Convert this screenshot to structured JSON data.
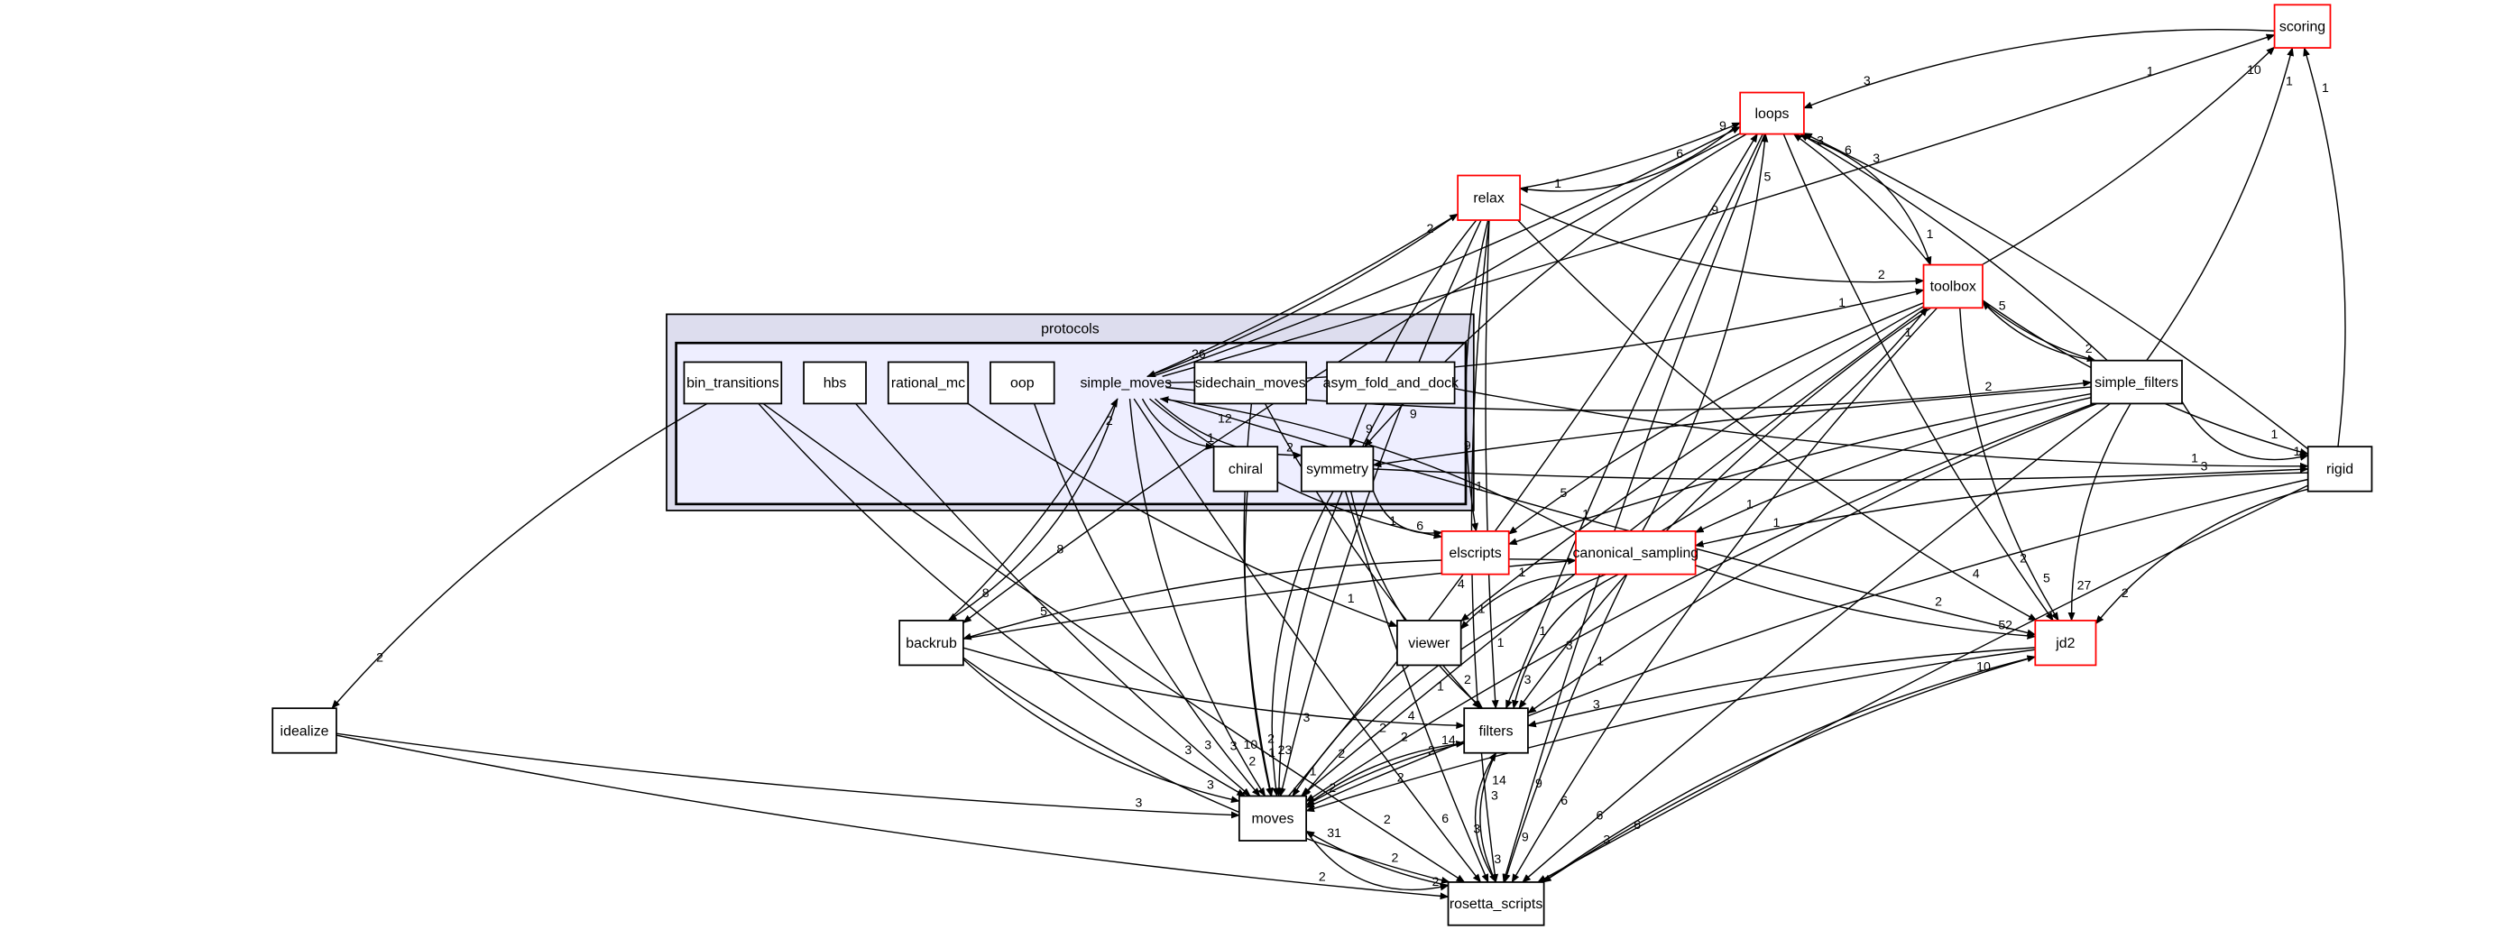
{
  "cluster": {
    "label": "protocols",
    "inner_label": "simple_moves"
  },
  "colors": {
    "highlight_border": "#ff0000",
    "normal_border": "#000000",
    "cluster_fill": "#ddddee",
    "inner_fill": "#eeeeff"
  },
  "nodes": [
    {
      "id": "scoring",
      "label": "scoring",
      "red": true
    },
    {
      "id": "loops",
      "label": "loops",
      "red": true
    },
    {
      "id": "relax",
      "label": "relax",
      "red": true
    },
    {
      "id": "toolbox",
      "label": "toolbox",
      "red": true
    },
    {
      "id": "bin_transitions",
      "label": "bin_transitions",
      "red": false
    },
    {
      "id": "hbs",
      "label": "hbs",
      "red": false
    },
    {
      "id": "rational_mc",
      "label": "rational_mc",
      "red": false
    },
    {
      "id": "oop",
      "label": "oop",
      "red": false
    },
    {
      "id": "sidechain_moves",
      "label": "sidechain_moves",
      "red": false
    },
    {
      "id": "asym_fold_and_dock",
      "label": "asym_fold_and_dock",
      "red": false
    },
    {
      "id": "chiral",
      "label": "chiral",
      "red": false
    },
    {
      "id": "symmetry",
      "label": "symmetry",
      "red": false
    },
    {
      "id": "simple_filters",
      "label": "simple_filters",
      "red": false
    },
    {
      "id": "rigid",
      "label": "rigid",
      "red": false
    },
    {
      "id": "elscripts",
      "label": "elscripts",
      "red": true
    },
    {
      "id": "canonical_sampling",
      "label": "canonical_sampling",
      "red": true
    },
    {
      "id": "backrub",
      "label": "backrub",
      "red": false
    },
    {
      "id": "viewer",
      "label": "viewer",
      "red": false
    },
    {
      "id": "jd2",
      "label": "jd2",
      "red": true
    },
    {
      "id": "idealize",
      "label": "idealize",
      "red": false
    },
    {
      "id": "filters",
      "label": "filters",
      "red": false
    },
    {
      "id": "moves",
      "label": "moves",
      "red": false
    },
    {
      "id": "rosetta_scripts",
      "label": "rosetta_scripts",
      "red": false
    }
  ],
  "edges": [
    {
      "from": "simple_moves",
      "to": "scoring",
      "label": "1"
    },
    {
      "from": "toolbox",
      "to": "scoring",
      "label": "10"
    },
    {
      "from": "simple_filters",
      "to": "scoring",
      "label": "1"
    },
    {
      "from": "rigid",
      "to": "scoring",
      "label": "1"
    },
    {
      "from": "scoring",
      "to": "loops",
      "label": "3"
    },
    {
      "from": "relax",
      "to": "loops",
      "label": "9"
    },
    {
      "from": "simple_moves",
      "to": "loops",
      "label": "6"
    },
    {
      "from": "moves",
      "to": "loops",
      "label": "9"
    },
    {
      "from": "loops",
      "to": "backrub",
      "label": "8"
    },
    {
      "from": "loops",
      "to": "relax",
      "label": "1"
    },
    {
      "from": "toolbox",
      "to": "loops",
      "label": "3"
    },
    {
      "from": "simple_filters",
      "to": "loops",
      "label": "6"
    },
    {
      "from": "rigid",
      "to": "loops",
      "label": "3"
    },
    {
      "from": "canonical_sampling",
      "to": "loops",
      "label": "5"
    },
    {
      "from": "loops",
      "to": "toolbox",
      "label": "1"
    },
    {
      "from": "loops",
      "to": "filters",
      "label": "1"
    },
    {
      "from": "loops",
      "to": "rosetta_scripts",
      "label": "9"
    },
    {
      "from": "loops",
      "to": "jd2",
      "label": "2"
    },
    {
      "from": "loops",
      "to": "symmetry",
      "label": "9"
    },
    {
      "from": "relax",
      "to": "toolbox",
      "label": "2"
    },
    {
      "from": "simple_moves",
      "to": "relax",
      "label": "2"
    },
    {
      "from": "relax",
      "to": "simple_moves",
      "label": "26"
    },
    {
      "from": "relax",
      "to": "moves",
      "label": "3"
    },
    {
      "from": "relax",
      "to": "rosetta_scripts",
      "label": "3"
    },
    {
      "from": "relax",
      "to": "jd2",
      "label": "4"
    },
    {
      "from": "relax",
      "to": "filters",
      "label": "1"
    },
    {
      "from": "relax",
      "to": "symmetry",
      "label": "9"
    },
    {
      "from": "relax",
      "to": "elscripts",
      "label": "1"
    },
    {
      "from": "simple_moves",
      "to": "toolbox",
      "label": "1"
    },
    {
      "from": "simple_moves",
      "to": "simple_filters",
      "label": "2"
    },
    {
      "from": "toolbox",
      "to": "simple_filters",
      "label": "2"
    },
    {
      "from": "simple_filters",
      "to": "toolbox",
      "label": "5"
    },
    {
      "from": "toolbox",
      "to": "rigid",
      "label": "1"
    },
    {
      "from": "toolbox",
      "to": "jd2",
      "label": "5"
    },
    {
      "from": "toolbox",
      "to": "filters",
      "label": "3"
    },
    {
      "from": "toolbox",
      "to": "moves",
      "label": "2"
    },
    {
      "from": "toolbox",
      "to": "viewer",
      "label": "1"
    },
    {
      "from": "toolbox",
      "to": "elscripts",
      "label": "5"
    },
    {
      "from": "toolbox",
      "to": "rosetta_scripts",
      "label": "6"
    },
    {
      "from": "simple_filters",
      "to": "rigid",
      "label": "1"
    },
    {
      "from": "simple_filters",
      "to": "symmetry",
      "label": "9"
    },
    {
      "from": "simple_filters",
      "to": "canonical_sampling",
      "label": "1"
    },
    {
      "from": "simple_filters",
      "to": "jd2",
      "label": "27"
    },
    {
      "from": "simple_filters",
      "to": "filters",
      "label": "1"
    },
    {
      "from": "simple_filters",
      "to": "moves",
      "label": "2"
    },
    {
      "from": "simple_filters",
      "to": "rosetta_scripts",
      "label": "6"
    },
    {
      "from": "simple_filters",
      "to": "elscripts",
      "label": "1"
    },
    {
      "from": "rigid",
      "to": "canonical_sampling",
      "label": "1"
    },
    {
      "from": "rigid",
      "to": "jd2",
      "label": "2"
    },
    {
      "from": "rigid",
      "to": "moves",
      "label": "2"
    },
    {
      "from": "rigid",
      "to": "rosetta_scripts",
      "label": "6"
    },
    {
      "from": "symmetry",
      "to": "rigid",
      "label": "3"
    },
    {
      "from": "symmetry",
      "to": "elscripts",
      "label": "6"
    },
    {
      "from": "symmetry",
      "to": "filters",
      "label": "2"
    },
    {
      "from": "symmetry",
      "to": "moves",
      "label": "23"
    },
    {
      "from": "symmetry",
      "to": "rosetta_scripts",
      "label": "3"
    },
    {
      "from": "chiral",
      "to": "moves",
      "label": "1"
    },
    {
      "from": "canonical_sampling",
      "to": "toolbox",
      "label": "1"
    },
    {
      "from": "canonical_sampling",
      "to": "simple_moves",
      "label": "12"
    },
    {
      "from": "canonical_sampling",
      "to": "backrub",
      "label": "5"
    },
    {
      "from": "backrub",
      "to": "canonical_sampling",
      "label": "4"
    },
    {
      "from": "canonical_sampling",
      "to": "jd2",
      "label": "52"
    },
    {
      "from": "canonical_sampling",
      "to": "viewer",
      "label": "1"
    },
    {
      "from": "canonical_sampling",
      "to": "filters",
      "label": "3"
    },
    {
      "from": "canonical_sampling",
      "to": "moves",
      "label": "2"
    },
    {
      "from": "canonical_sampling",
      "to": "rosetta_scripts",
      "label": "9"
    },
    {
      "from": "backrub",
      "to": "simple_moves",
      "label": "2"
    },
    {
      "from": "backrub",
      "to": "filters",
      "label": "4"
    },
    {
      "from": "backrub",
      "to": "moves",
      "label": "3"
    },
    {
      "from": "backrub",
      "to": "rosetta_scripts",
      "label": "2"
    },
    {
      "from": "viewer",
      "to": "moves",
      "label": "1"
    },
    {
      "from": "jd2",
      "to": "filters",
      "label": "3"
    },
    {
      "from": "jd2",
      "to": "moves",
      "label": "2"
    },
    {
      "from": "jd2",
      "to": "rosetta_scripts",
      "label": "3"
    },
    {
      "from": "rosetta_scripts",
      "to": "jd2",
      "label": "10"
    },
    {
      "from": "filters",
      "to": "moves",
      "label": "2"
    },
    {
      "from": "moves",
      "to": "filters",
      "label": "14"
    },
    {
      "from": "filters",
      "to": "rosetta_scripts",
      "label": "3"
    },
    {
      "from": "rosetta_scripts",
      "to": "filters",
      "label": "14"
    },
    {
      "from": "moves",
      "to": "rosetta_scripts",
      "label": "2"
    },
    {
      "from": "rosetta_scripts",
      "to": "moves",
      "label": "31"
    },
    {
      "from": "idealize",
      "to": "moves",
      "label": "3"
    },
    {
      "from": "idealize",
      "to": "rosetta_scripts",
      "label": "2"
    },
    {
      "from": "bin_transitions",
      "to": "idealize",
      "label": "2"
    },
    {
      "from": "bin_transitions",
      "to": "moves",
      "label": "3"
    },
    {
      "from": "bin_transitions",
      "to": "rosetta_scripts",
      "label": "2"
    },
    {
      "from": "hbs",
      "to": "moves",
      "label": "3"
    },
    {
      "from": "rational_mc",
      "to": "viewer",
      "label": "1"
    },
    {
      "from": "oop",
      "to": "moves",
      "label": "3"
    },
    {
      "from": "simple_moves",
      "to": "moves",
      "label": "10"
    },
    {
      "from": "simple_moves",
      "to": "jd2",
      "label": "2"
    },
    {
      "from": "simple_moves",
      "to": "chiral",
      "label": "1"
    },
    {
      "from": "simple_moves",
      "to": "symmetry",
      "label": "2"
    },
    {
      "from": "simple_moves",
      "to": "elscripts",
      "label": "1"
    },
    {
      "from": "simple_moves",
      "to": "backrub",
      "label": "8"
    },
    {
      "from": "simple_moves",
      "to": "rosetta_scripts",
      "label": "6"
    },
    {
      "from": "sidechain_moves",
      "to": "filters",
      "label": "1"
    },
    {
      "from": "sidechain_moves",
      "to": "moves",
      "label": "2"
    },
    {
      "from": "asym_fold_and_dock",
      "to": "rigid",
      "label": "1"
    },
    {
      "from": "asym_fold_and_dock",
      "to": "moves",
      "label": "2"
    }
  ]
}
